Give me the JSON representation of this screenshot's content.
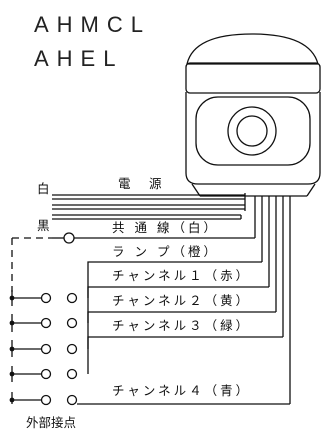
{
  "models": [
    "AHMCL",
    "AHEL"
  ],
  "wires": {
    "white": "白",
    "black": "黒",
    "power": "電　源",
    "common": "共 通 線（白）",
    "lamp": "ラ ン プ（橙）",
    "ch1": "チャンネル１（赤）",
    "ch2": "チャンネル２（黄）",
    "ch3": "チャンネル３（緑）",
    "ch4": "チャンネル４（青）"
  },
  "footer": "外部接点"
}
